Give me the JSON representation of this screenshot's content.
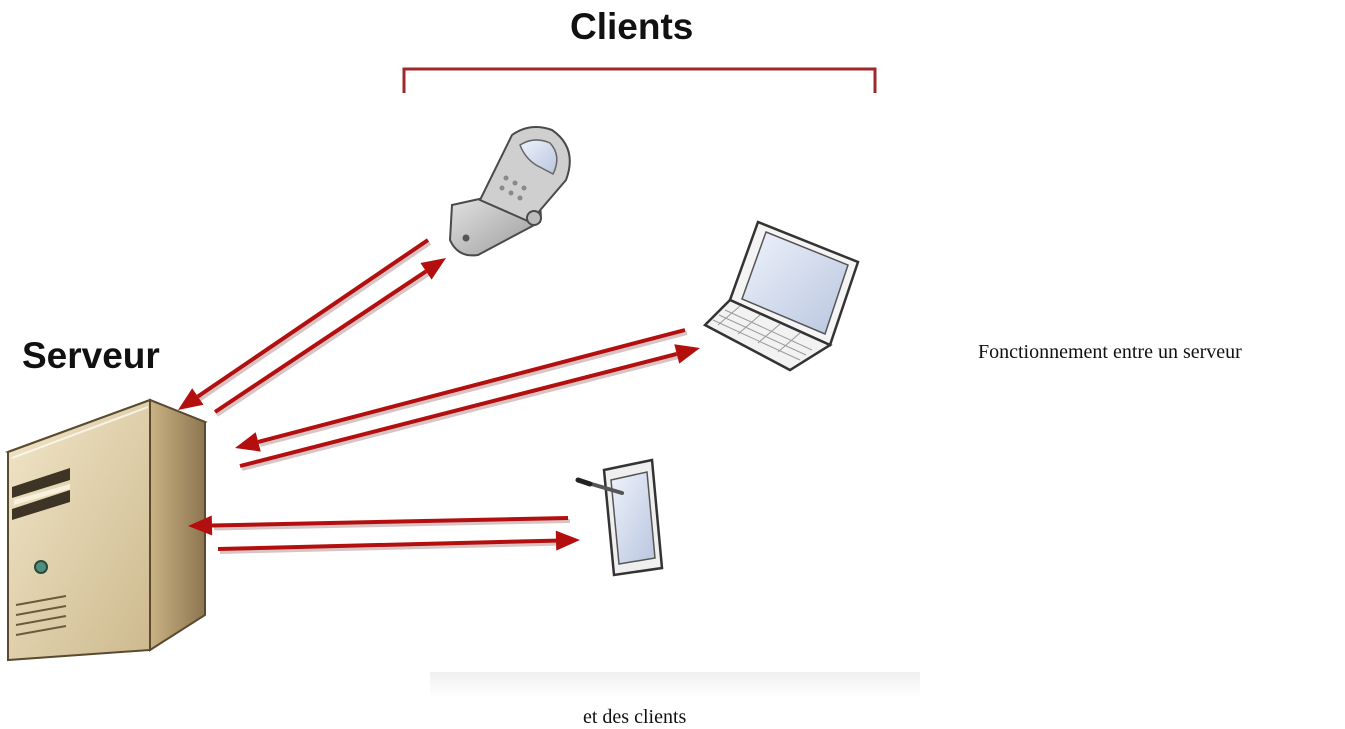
{
  "diagram": {
    "clients_label": "Clients",
    "server_label": "Serveur",
    "caption_part1": "Fonctionnement entre un serveur",
    "caption_part2": "et des clients",
    "arrow_color": "#b30f0f",
    "bracket_color": "#a02828",
    "nodes": [
      {
        "id": "server",
        "icon": "server-tower-icon"
      },
      {
        "id": "phone",
        "icon": "flip-phone-icon"
      },
      {
        "id": "laptop",
        "icon": "laptop-icon"
      },
      {
        "id": "tablet",
        "icon": "tablet-stylus-icon"
      }
    ]
  }
}
